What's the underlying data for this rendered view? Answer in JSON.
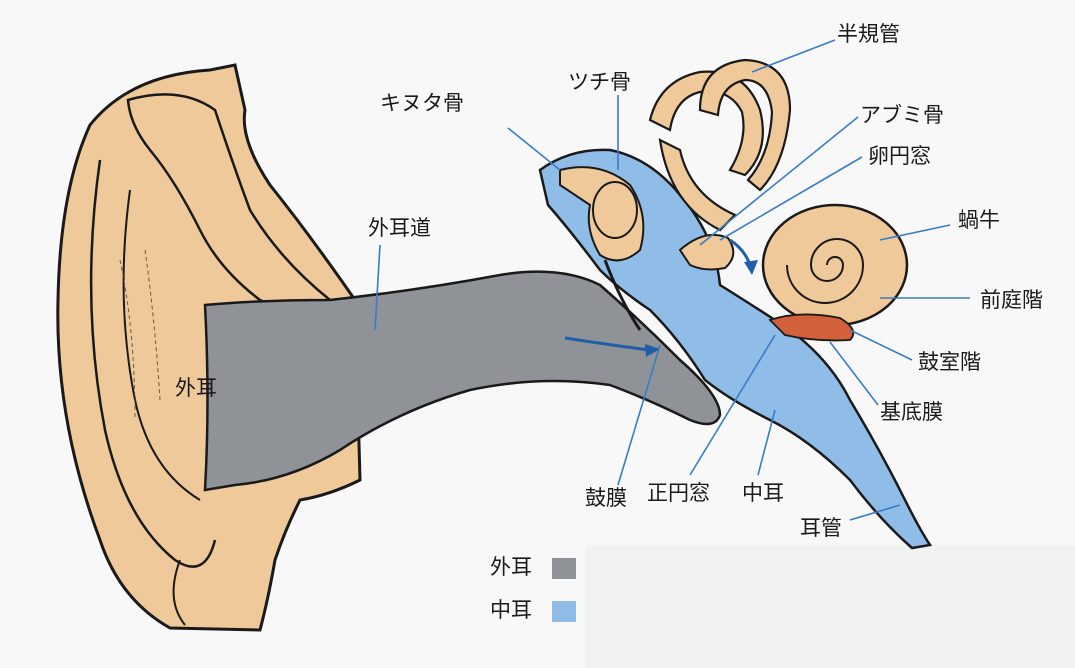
{
  "labels": {
    "semicircular_canals": "半規管",
    "malleus": "ツチ骨",
    "incus": "キヌタ骨",
    "stapes": "アブミ骨",
    "oval_window": "卵円窓",
    "cochlea": "蝸牛",
    "scala_vestibuli": "前庭階",
    "scala_tympani": "鼓室階",
    "basilar_membrane": "基底膜",
    "ear_canal": "外耳道",
    "outer_ear": "外耳",
    "eardrum": "鼓膜",
    "round_window": "正円窓",
    "middle_ear": "中耳",
    "eustachian_tube": "耳管"
  },
  "legend": [
    {
      "label": "外耳",
      "color": "#8f9296"
    },
    {
      "label": "中耳",
      "color": "#8fbde8"
    }
  ],
  "colors": {
    "skin": "#efc99a",
    "outer_ear_canal": "#8f9296",
    "middle_ear": "#8fbde8",
    "scala_tympani": "#d2603a",
    "outline": "#1a1a1a",
    "leader_line": "#3a7cc4"
  }
}
